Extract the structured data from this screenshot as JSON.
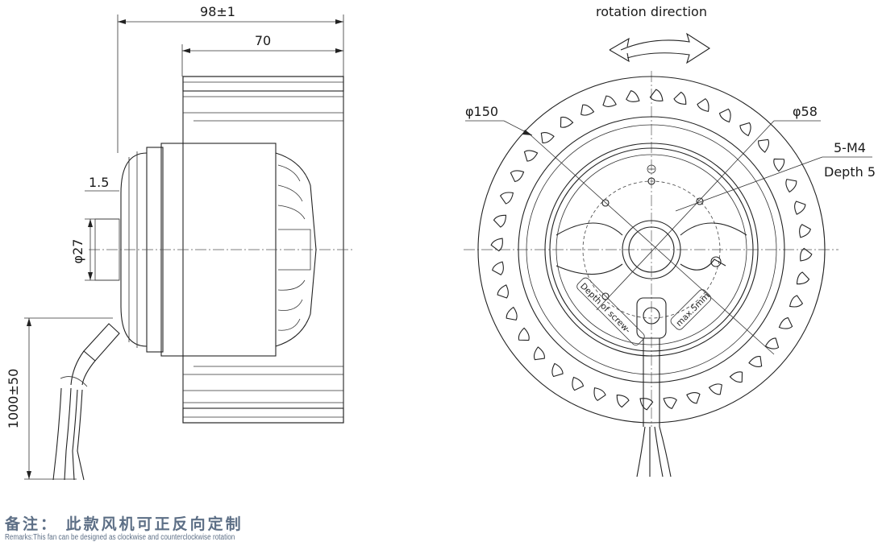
{
  "side_view": {
    "dim_overall": "98±1",
    "dim_impeller": "70",
    "dim_flange": "1.5",
    "dim_shaft": "φ27",
    "dim_cable": "1000±50"
  },
  "front_view": {
    "rotation_label": "rotation direction",
    "dim_outer": "φ150",
    "dim_hub": "φ58",
    "dim_thread": "5-M4",
    "dim_thread_depth": "Depth 5",
    "screw_note_1": "Depth of screw-",
    "screw_note_2": "max.5mm"
  },
  "note": {
    "chinese": "备注： 此款风机可正反向定制",
    "english": "Remarks:This fan can be designed as clockwise and counterclockwise rotation"
  }
}
